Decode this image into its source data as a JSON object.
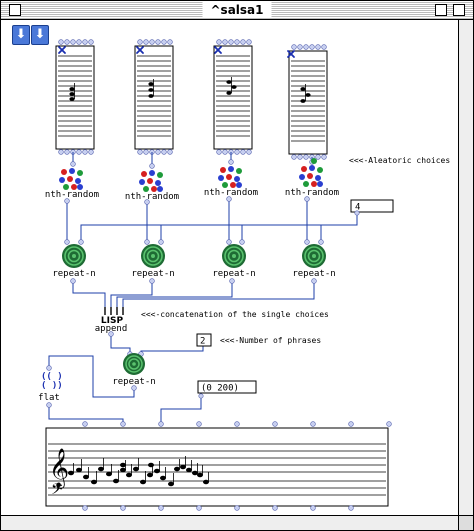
{
  "window": {
    "title": "^salsa1"
  },
  "toolbar": {
    "move_down_a": "⬇",
    "move_down_b": "⬇"
  },
  "boxes": {
    "nth_random": "nth-random",
    "repeat_n": "repeat-n",
    "lisp": "LISP",
    "append": "append",
    "flat": "flat",
    "lisp_parens_top": "((  )",
    "lisp_parens_bottom": "(  ))"
  },
  "comments": {
    "aleatoric": "<<<-Aleatoric choices",
    "concatenation": "<<<-concatenation of the single choices",
    "phrases": "<<<-Number of phrases"
  },
  "values": {
    "repeat_count": "4",
    "phrase_count": "2",
    "range_list": "(0 200)"
  },
  "colors": {
    "inlet_fill": "#c7cff0",
    "spiral_dark": "#1e6b34",
    "spiral_light": "#5ac26e",
    "connection": "#1e3fa8",
    "close_mark": "#1a2fb0"
  }
}
